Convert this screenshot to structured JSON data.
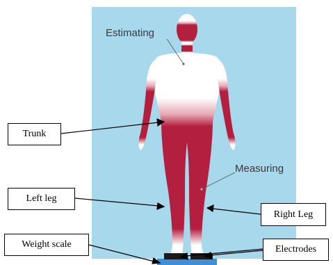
{
  "labels": {
    "estimating": "Estimating",
    "measuring": "Measuring",
    "trunk": "Trunk",
    "left_leg": "Left leg",
    "right_leg": "Right Leg",
    "weight_scale": "Weight scale",
    "electrodes": "Electrodes"
  },
  "colors": {
    "background_panel": "#a8d8ec",
    "body_estimated": "#ffffff",
    "body_measured": "#b3203f",
    "scale_platform": "#3f8fd6",
    "electrode": "#1a1a1a"
  }
}
